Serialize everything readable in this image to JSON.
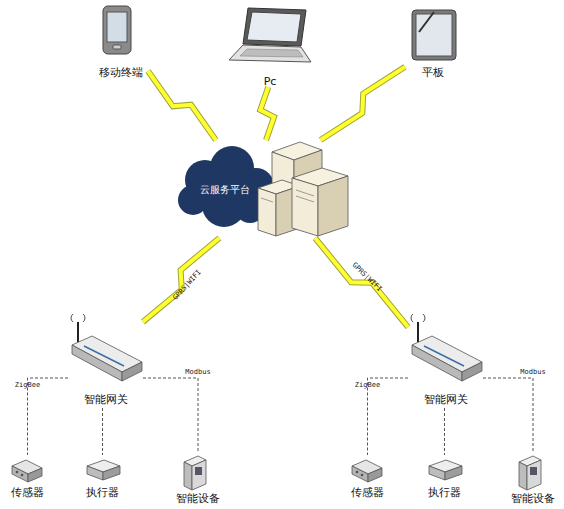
{
  "diagram": {
    "nodes": [
      {
        "text": [
          "移动终端"
        ]
      },
      {
        "text": [
          "Pc"
        ]
      },
      {
        "text": [
          "平板"
        ]
      },
      {
        "text": [
          "云服务平台"
        ]
      },
      {
        "text": [
          "智能网关"
        ]
      },
      {
        "text": [
          "传感器"
        ]
      },
      {
        "text": [
          "执行器"
        ]
      },
      {
        "text": [
          "智能设备"
        ]
      },
      {
        "text": [
          "智能网关"
        ]
      },
      {
        "text": [
          "传感器"
        ]
      },
      {
        "text": [
          "执行器"
        ]
      },
      {
        "text": [
          "智能设备"
        ]
      }
    ],
    "edges": [
      {
        "from": 0,
        "to": 3,
        "arrow": "none"
      },
      {
        "from": 1,
        "to": 3,
        "arrow": "none"
      },
      {
        "from": 2,
        "to": 3,
        "arrow": "none"
      },
      {
        "from": 3,
        "to": 4,
        "label": "GPRS|WIFI",
        "arrow": "none"
      },
      {
        "from": 3,
        "to": 8,
        "label": "GPRS|WIFI",
        "arrow": "none"
      },
      {
        "from": 4,
        "to": 5,
        "label": "ZigBee",
        "arrow": "none"
      },
      {
        "from": 4,
        "to": 6,
        "arrow": "none"
      },
      {
        "from": 4,
        "to": 7,
        "label": "Modbus",
        "arrow": "none"
      },
      {
        "from": 8,
        "to": 9,
        "label": "ZigBee",
        "arrow": "none"
      },
      {
        "from": 8,
        "to": 10,
        "arrow": "none"
      },
      {
        "from": 8,
        "to": 11,
        "label": "Modbus",
        "arrow": "none"
      }
    ]
  }
}
